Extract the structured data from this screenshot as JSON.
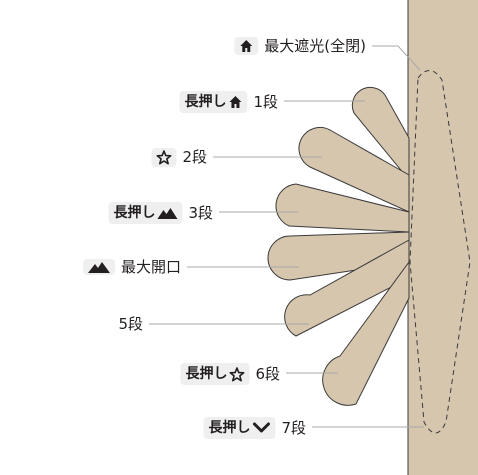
{
  "diagram": {
    "colors": {
      "louver_fill": "#d6c6ae",
      "louver_stroke": "#3a3a3a",
      "panel_fill": "#d6c6ae",
      "leader": "#a8a8a8",
      "chip_bg": "#efefef",
      "text": "#231f20"
    },
    "labels": [
      {
        "id": "max-shade",
        "chip_text": "",
        "chip_icon": "home-icon",
        "text": "最大遮光(全閉)"
      },
      {
        "id": "step-1",
        "chip_text": "長押し",
        "chip_icon": "home-icon",
        "text": "1段"
      },
      {
        "id": "step-2",
        "chip_text": "",
        "chip_icon": "star-icon",
        "text": "2段"
      },
      {
        "id": "step-3",
        "chip_text": "長押し",
        "chip_icon": "mountain-icon",
        "text": "3段"
      },
      {
        "id": "max-open",
        "chip_text": "",
        "chip_icon": "mountain-icon",
        "text": "最大開口"
      },
      {
        "id": "step-5",
        "chip_text": "",
        "chip_icon": "",
        "text": "5段"
      },
      {
        "id": "step-6",
        "chip_text": "長押し",
        "chip_icon": "star-icon",
        "text": "6段"
      },
      {
        "id": "step-7",
        "chip_text": "長押し",
        "chip_icon": "chevron-down-icon",
        "text": "7段"
      }
    ]
  }
}
